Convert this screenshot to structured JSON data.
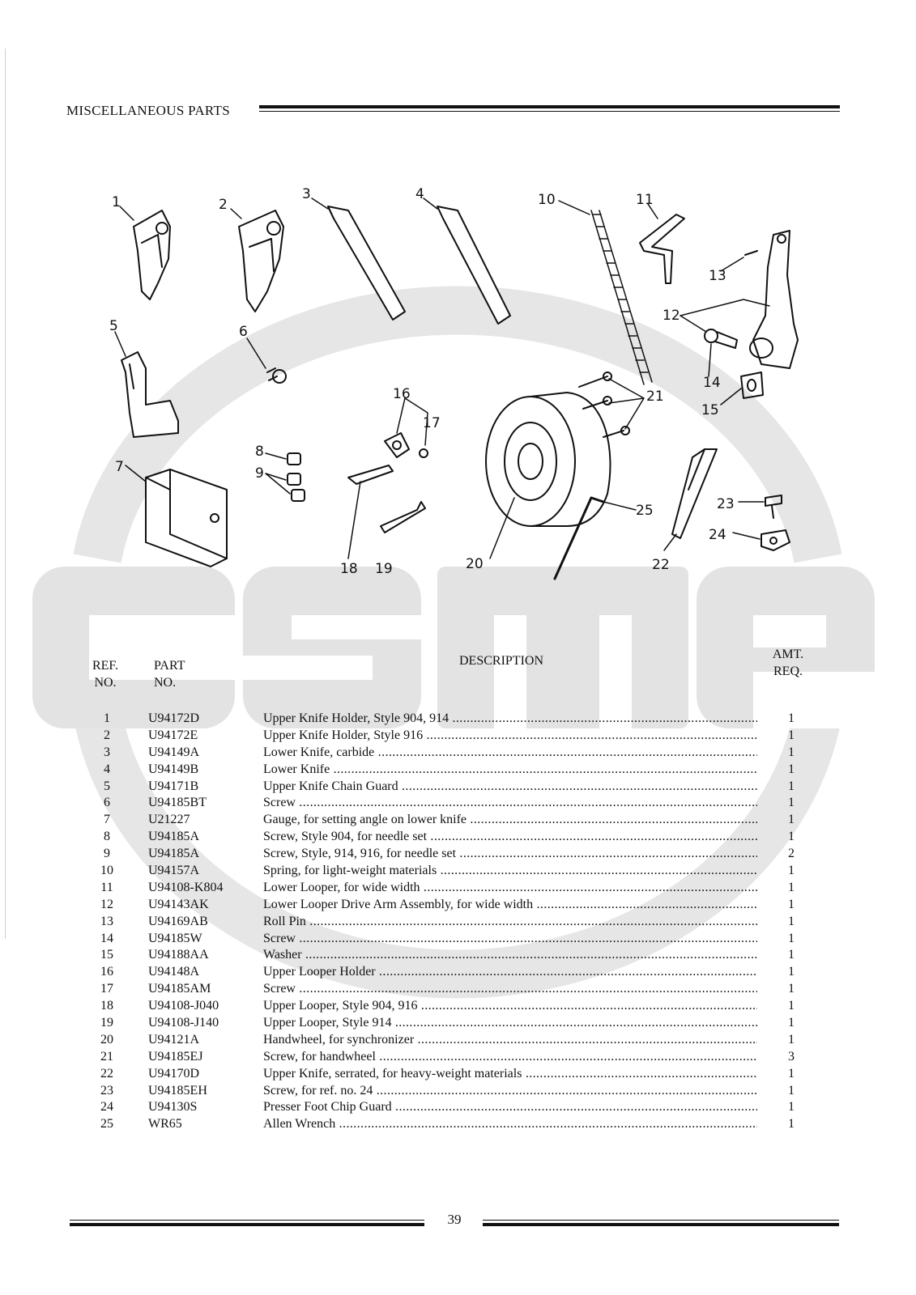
{
  "header": {
    "title": "MISCELLANEOUS PARTS"
  },
  "watermark": {
    "text": "CSMP"
  },
  "callouts": [
    "1",
    "2",
    "3",
    "4",
    "5",
    "6",
    "7",
    "8",
    "9",
    "10",
    "11",
    "12",
    "13",
    "14",
    "15",
    "16",
    "17",
    "18",
    "19",
    "20",
    "21",
    "22",
    "23",
    "24",
    "25"
  ],
  "table": {
    "columns": {
      "ref": [
        "REF.",
        "NO."
      ],
      "part": [
        "PART",
        "NO."
      ],
      "description": "DESCRIPTION",
      "amt": [
        "AMT.",
        "REQ."
      ]
    },
    "rows": [
      {
        "ref": "1",
        "part": "U94172D",
        "description": "Upper Knife Holder, Style 904, 914",
        "amt": "1"
      },
      {
        "ref": "2",
        "part": "U94172E",
        "description": "Upper Knife Holder, Style 916",
        "amt": "1"
      },
      {
        "ref": "3",
        "part": "U94149A",
        "description": "Lower Knife, carbide",
        "amt": "1"
      },
      {
        "ref": "4",
        "part": "U94149B",
        "description": "Lower Knife",
        "amt": "1"
      },
      {
        "ref": "5",
        "part": "U94171B",
        "description": "Upper Knife Chain Guard",
        "amt": "1"
      },
      {
        "ref": "6",
        "part": "U94185BT",
        "description": "Screw",
        "amt": "1"
      },
      {
        "ref": "7",
        "part": "U21227",
        "description": "Gauge, for setting angle on lower knife",
        "amt": "1"
      },
      {
        "ref": "8",
        "part": "U94185A",
        "description": "Screw, Style 904, for needle set",
        "amt": "1"
      },
      {
        "ref": "9",
        "part": "U94185A",
        "description": "Screw, Style, 914, 916, for needle set",
        "amt": "2"
      },
      {
        "ref": "10",
        "part": "U94157A",
        "description": "Spring, for light-weight materials",
        "amt": "1"
      },
      {
        "ref": "11",
        "part": "U94108-K804",
        "description": "Lower Looper, for wide width",
        "amt": "1"
      },
      {
        "ref": "12",
        "part": "U94143AK",
        "description": "Lower Looper Drive Arm Assembly, for wide width",
        "amt": "1"
      },
      {
        "ref": "13",
        "part": "U94169AB",
        "description": "Roll Pin",
        "amt": "1"
      },
      {
        "ref": "14",
        "part": "U94185W",
        "description": "Screw",
        "amt": "1"
      },
      {
        "ref": "15",
        "part": "U94188AA",
        "description": "Washer",
        "amt": "1"
      },
      {
        "ref": "16",
        "part": "U94148A",
        "description": "Upper Looper Holder",
        "amt": "1"
      },
      {
        "ref": "17",
        "part": "U94185AM",
        "description": "Screw",
        "amt": "1"
      },
      {
        "ref": "18",
        "part": "U94108-J040",
        "description": "Upper Looper, Style 904, 916",
        "amt": "1"
      },
      {
        "ref": "19",
        "part": "U94108-J140",
        "description": "Upper Looper, Style 914",
        "amt": "1"
      },
      {
        "ref": "20",
        "part": "U94121A",
        "description": "Handwheel, for synchronizer",
        "amt": "1"
      },
      {
        "ref": "21",
        "part": "U94185EJ",
        "description": "Screw, for handwheel",
        "amt": "3"
      },
      {
        "ref": "22",
        "part": "U94170D",
        "description": "Upper Knife, serrated, for heavy-weight materials",
        "amt": "1"
      },
      {
        "ref": "23",
        "part": "U94185EH",
        "description": "Screw, for ref. no. 24",
        "amt": "1"
      },
      {
        "ref": "24",
        "part": "U94130S",
        "description": "Presser Foot Chip Guard",
        "amt": "1"
      },
      {
        "ref": "25",
        "part": "WR65",
        "description": "Allen Wrench",
        "amt": "1"
      }
    ]
  },
  "footer": {
    "page_number": "39"
  }
}
